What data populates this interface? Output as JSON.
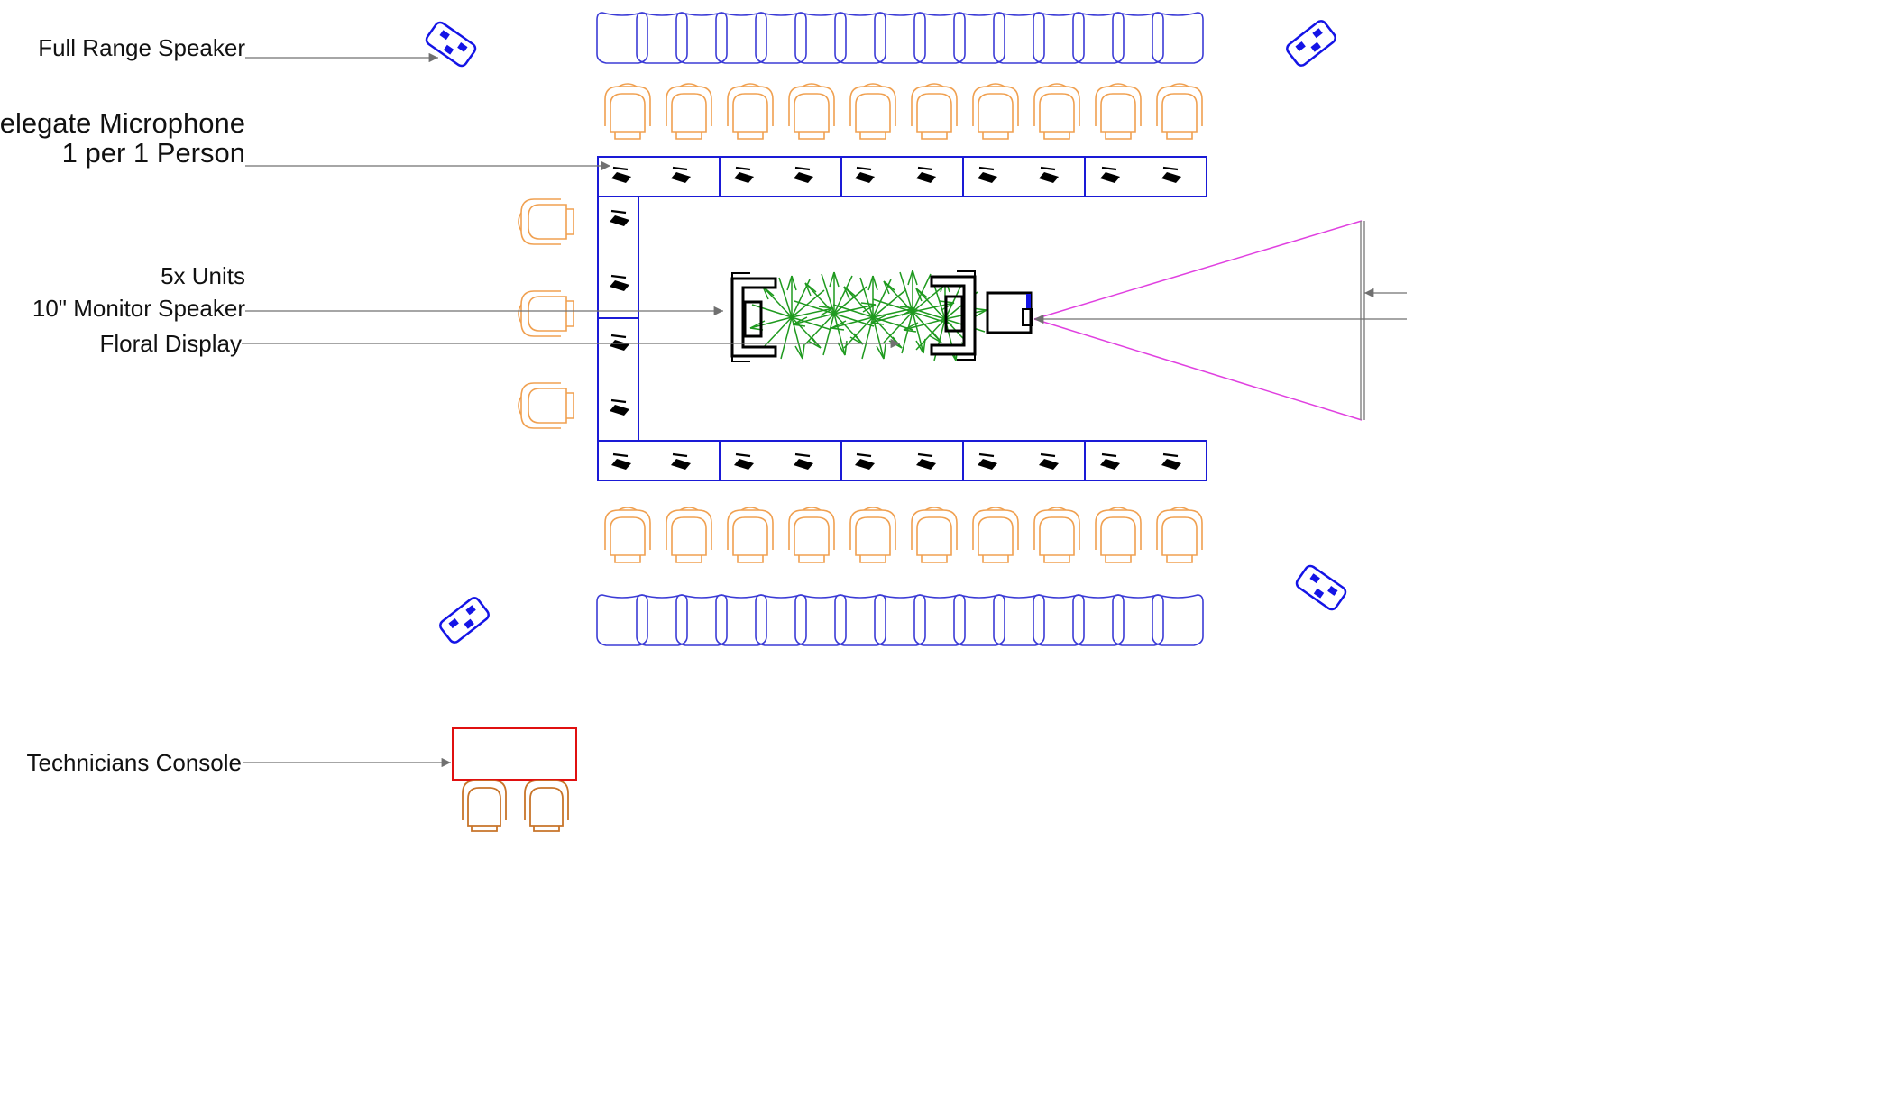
{
  "labels": {
    "full_range_speaker": "Full Range Speaker",
    "delegate_microphone_line1": "Delegate Microphone",
    "delegate_microphone_line2": "1 per  1 Person",
    "units_count": "5x Units",
    "monitor_speaker": "10\" Monitor Speaker",
    "floral_display": "Floral Display",
    "technicians_console": "Technicians Console"
  },
  "colors": {
    "audience_chair": "#3b3bd6",
    "delegate_chair": "#f0a050",
    "table_outline": "#1a1ad6",
    "speaker": "#1414e6",
    "microphone": "#000000",
    "floral": "#1f9a1f",
    "projection": "#e040e0",
    "console": "#e01010",
    "console_chair": "#c8742a",
    "leader_line": "#707070"
  },
  "icons": {
    "speaker": "full-range-speaker-icon",
    "microphone": "delegate-microphone-icon",
    "chair": "chair-icon",
    "plant": "floral-plant-icon",
    "monitor": "monitor-speaker-icon",
    "projector": "projector-icon"
  }
}
